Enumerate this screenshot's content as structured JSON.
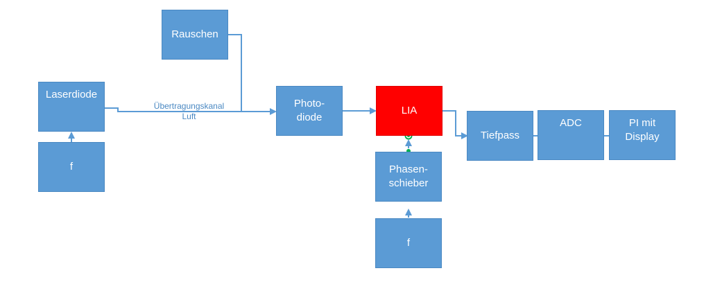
{
  "diagram": {
    "nodes": {
      "laserdiode": "Laserdiode",
      "f_left": "f",
      "rauschen": "Rauschen",
      "photodiode": "Photo-\ndiode",
      "lia": "LIA",
      "phasenschieber": "Phasen-\nschieber",
      "f_bottom": "f",
      "tiefpass": "Tiefpass",
      "adc": "ADC",
      "pi_display": "PI mit\nDisplay"
    },
    "edge_labels": {
      "channel": "Übertragungskanal\nLuft"
    },
    "colors": {
      "box": "#5b9bd5",
      "highlight": "#ff0000",
      "connector": "#5b9bd5",
      "handle": "#00b050"
    }
  }
}
